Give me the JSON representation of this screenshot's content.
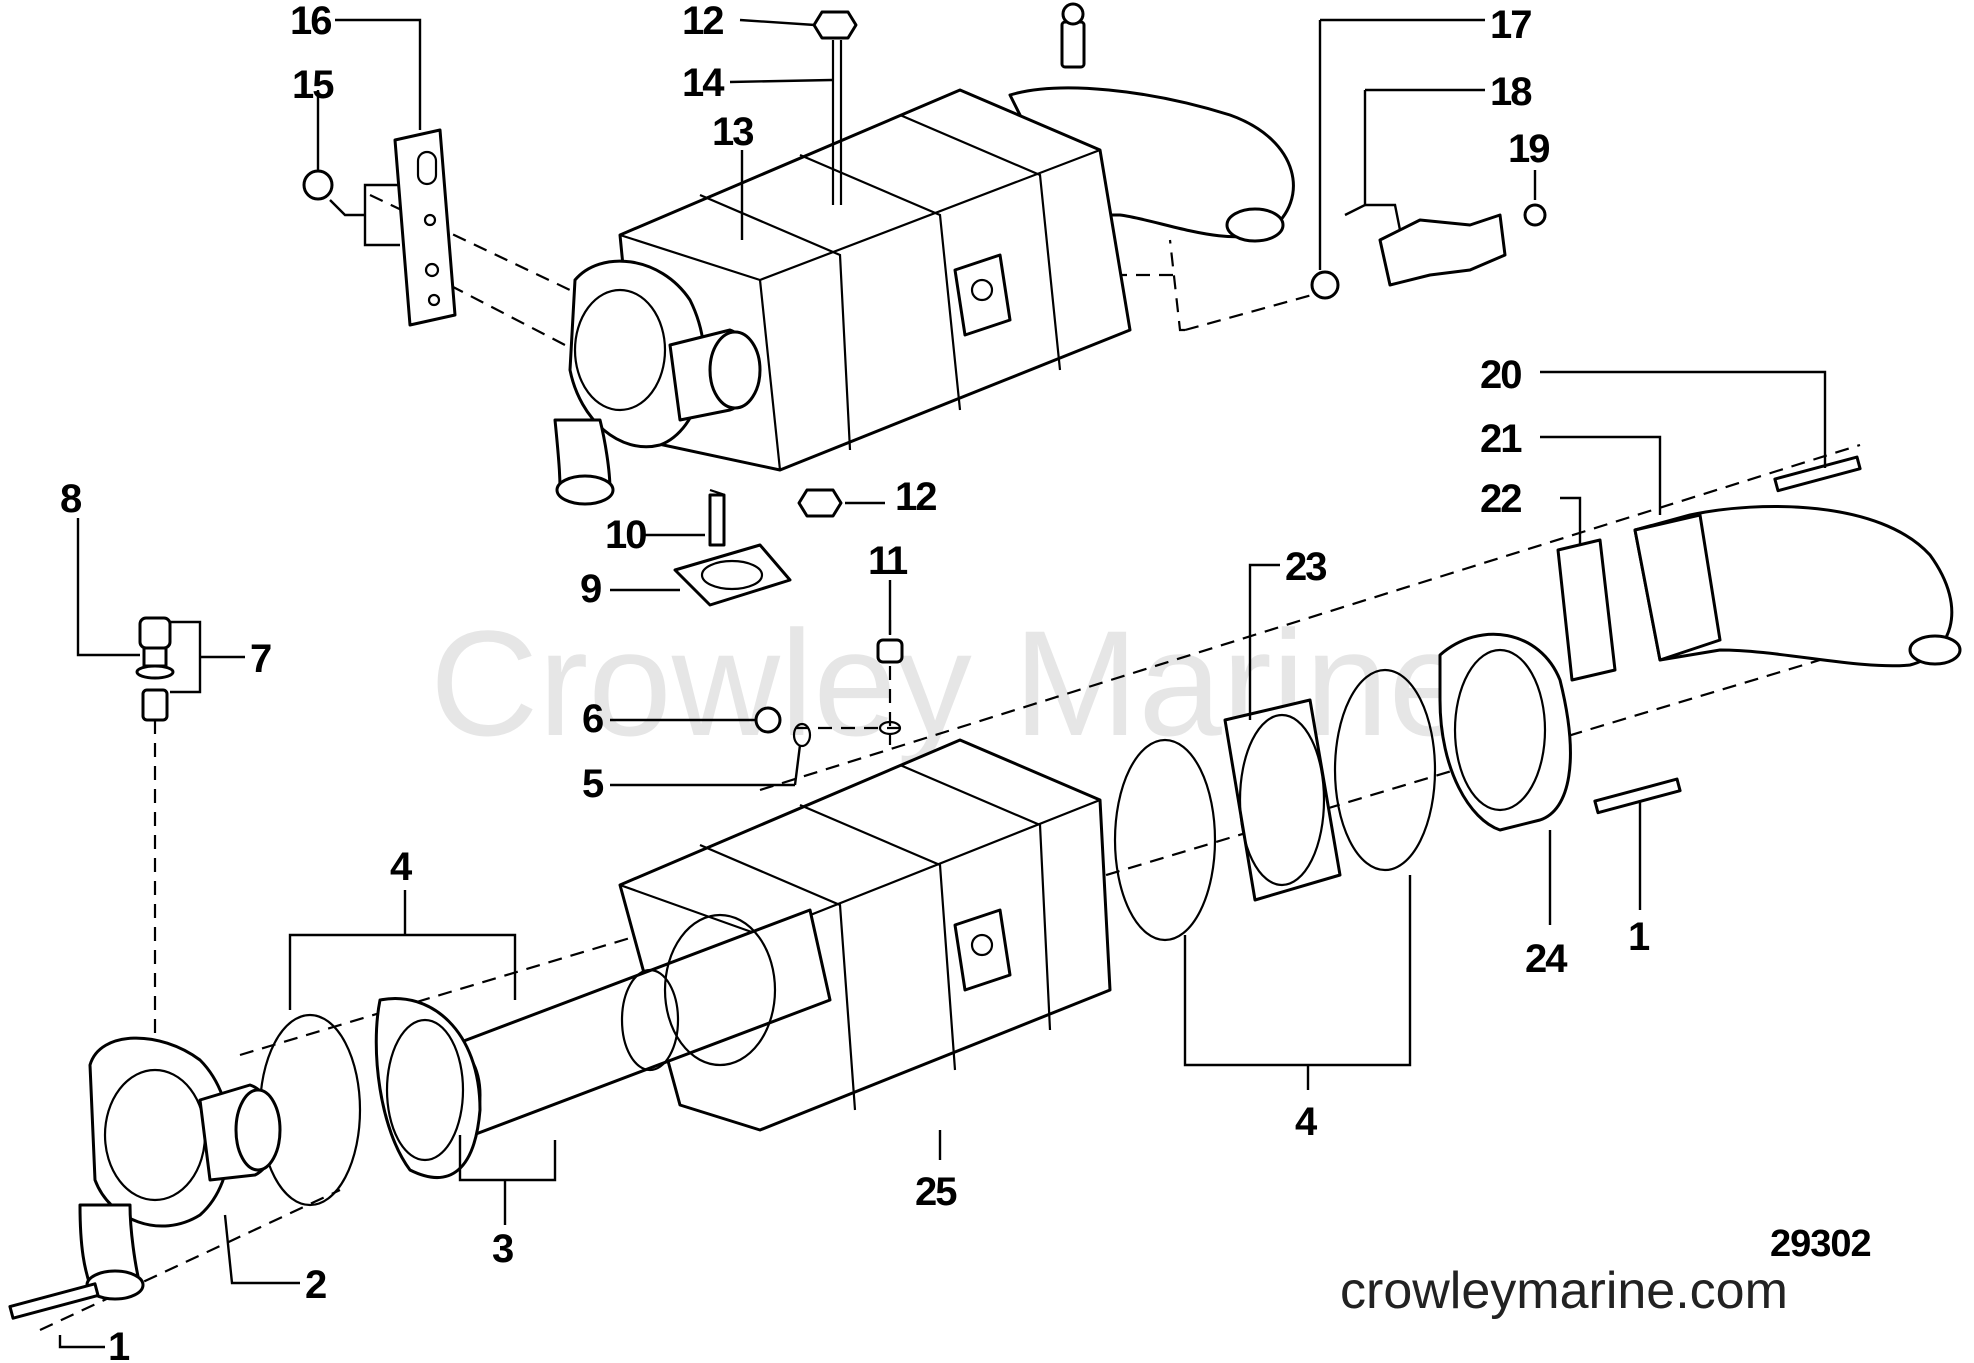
{
  "diagram_id": "29302",
  "watermark": "Crowley Marine",
  "site_url": "crowleymarine.com",
  "callouts": {
    "c1a": "1",
    "c1b": "1",
    "c2": "2",
    "c3": "3",
    "c4a": "4",
    "c4b": "4",
    "c5": "5",
    "c6": "6",
    "c7": "7",
    "c8": "8",
    "c9": "9",
    "c10": "10",
    "c11": "11",
    "c12a": "12",
    "c12b": "12",
    "c13": "13",
    "c14": "14",
    "c15": "15",
    "c16": "16",
    "c17": "17",
    "c18": "18",
    "c19": "19",
    "c20": "20",
    "c21": "21",
    "c22": "22",
    "c23": "23",
    "c24": "24",
    "c25": "25"
  }
}
